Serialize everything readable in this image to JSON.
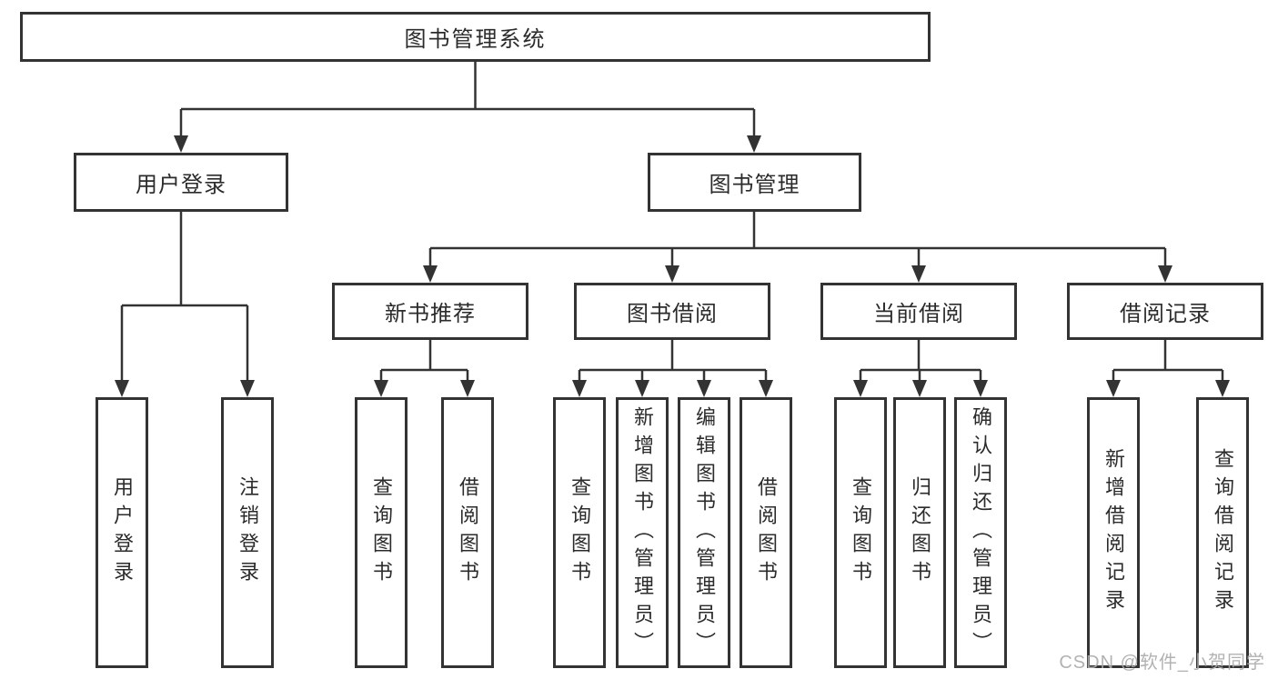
{
  "diagram": {
    "title": "图书管理系统",
    "tree": {
      "root": {
        "label": "图书管理系统",
        "children": [
          {
            "label": "用户登录",
            "children": [
              {
                "label": "用户登录"
              },
              {
                "label": "注销登录"
              }
            ]
          },
          {
            "label": "图书管理",
            "children": [
              {
                "label": "新书推荐",
                "children": [
                  {
                    "label": "查询图书"
                  },
                  {
                    "label": "借阅图书"
                  }
                ]
              },
              {
                "label": "图书借阅",
                "children": [
                  {
                    "label": "查询图书"
                  },
                  {
                    "label": "新增图书（管理员）"
                  },
                  {
                    "label": "编辑图书（管理员）"
                  },
                  {
                    "label": "借阅图书"
                  }
                ]
              },
              {
                "label": "当前借阅",
                "children": [
                  {
                    "label": "查询图书"
                  },
                  {
                    "label": "归还图书"
                  },
                  {
                    "label": "确认归还（管理员）"
                  }
                ]
              },
              {
                "label": "借阅记录",
                "children": [
                  {
                    "label": "新增借阅记录"
                  },
                  {
                    "label": "查询借阅记录"
                  }
                ]
              }
            ]
          }
        ]
      }
    },
    "colors": {
      "line": "#333333",
      "border": "#333333",
      "text": "#2b2b2b",
      "background": "#ffffff",
      "watermark": "#ababab"
    }
  },
  "watermark": {
    "text": "CSDN @软件_小贺同学"
  }
}
